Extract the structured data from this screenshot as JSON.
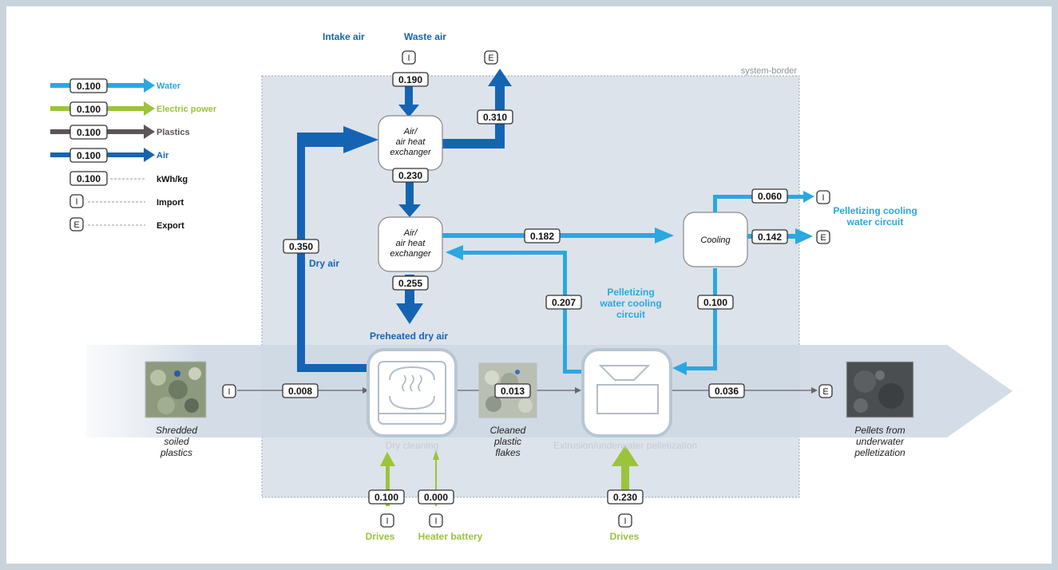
{
  "legend": {
    "items": [
      {
        "value": "0.100",
        "label": "Water",
        "color": "#2aa8e0"
      },
      {
        "value": "0.100",
        "label": "Electric power",
        "color": "#9cc33c"
      },
      {
        "value": "0.100",
        "label": "Plastics",
        "color": "#5d5358"
      },
      {
        "value": "0.100",
        "label": "Air",
        "color": "#1564b4"
      }
    ],
    "unit_value": "0.100",
    "unit_label": "kWh/kg",
    "import_symbol": "I",
    "import_label": "Import",
    "export_symbol": "E",
    "export_label": "Export"
  },
  "system_border_label": "system-border",
  "air": {
    "intake_label": "Intake air",
    "waste_label": "Waste air",
    "intake_value": "0.190",
    "waste_value": "0.310",
    "hx1_to_hx2": "0.230",
    "hx2_to_dry": "0.255",
    "recirc_value": "0.350",
    "dry_air_label": "Dry air",
    "preheated_label": "Preheated dry air"
  },
  "exchangers": {
    "hx1": [
      "Air/",
      "air heat",
      "exchanger"
    ],
    "hx2": [
      "Air/",
      "air heat",
      "exchanger"
    ]
  },
  "water": {
    "hx2_to_cooling": "0.182",
    "extrusion_to_hx2": "0.207",
    "cooling_to_extrusion": "0.100",
    "cooling_import": "0.060",
    "cooling_export": "0.142",
    "cooling_label": "Cooling",
    "circuit1_label": [
      "Pelletizing cooling",
      "water circuit"
    ],
    "circuit2_label": [
      "Pelletizing",
      "water cooling",
      "circuit"
    ]
  },
  "plastics": {
    "input_value": "0.008",
    "cleaned_value": "0.013",
    "output_value": "0.036",
    "input_label": [
      "Shredded",
      "soiled",
      "plastics"
    ],
    "cleaned_label": [
      "Cleaned",
      "plastic",
      "flakes"
    ],
    "output_label": [
      "Pellets from",
      "underwater",
      "pelletization"
    ]
  },
  "processes": {
    "dry_cleaning_label": "Dry cleaning",
    "extrusion_label": "Extrusion/underwater pelletization"
  },
  "power": {
    "drives1_value": "0.100",
    "heater_value": "0.000",
    "drives2_value": "0.230",
    "drives1_label": "Drives",
    "heater_label": "Heater battery",
    "drives2_label": "Drives"
  }
}
